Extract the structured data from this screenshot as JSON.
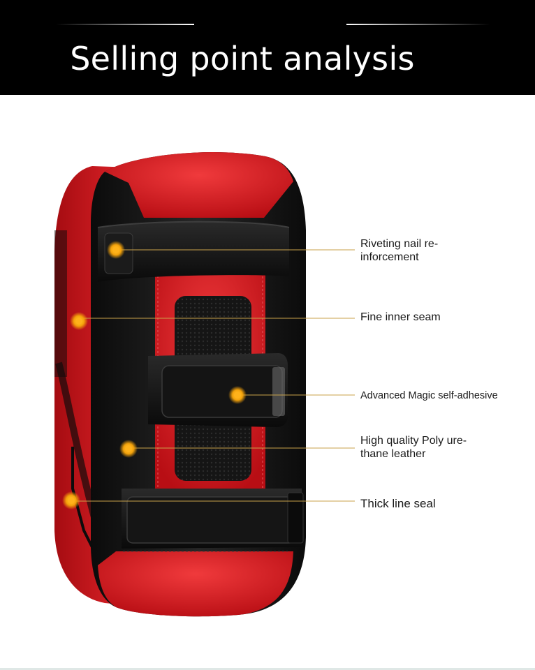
{
  "header": {
    "title": "Selling point analysis"
  },
  "callouts": [
    {
      "id": "riveting",
      "text": "Riveting nail re-\ninforcement"
    },
    {
      "id": "seam",
      "text": "Fine inner seam"
    },
    {
      "id": "magic",
      "text": "Advanced Magic self-adhesive"
    },
    {
      "id": "pu",
      "text": "High quality Poly ure-\nthane leather"
    },
    {
      "id": "seal",
      "text": "Thick line seal"
    }
  ],
  "colors": {
    "banner": "#000000",
    "pad_red": "#d4141b",
    "pad_black": "#121212",
    "marker": "#f5a30a",
    "leader_line": "#c9a24a"
  }
}
